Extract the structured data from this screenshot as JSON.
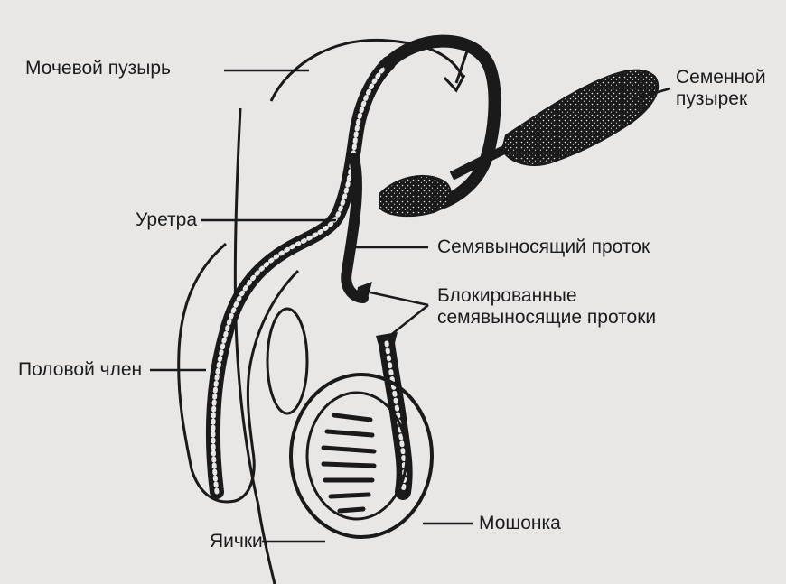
{
  "labels": {
    "bladder": "Мочевой пузырь",
    "seminal_vesicle": "Семенной\nпузырек",
    "urethra": "Уретра",
    "vas_deferens": "Семявыносящий проток",
    "blocked_ducts": "Блокированные\nсемявыносящие протоки",
    "penis": "Половой член",
    "testes": "Яички",
    "scrotum": "Мошонка"
  },
  "colors": {
    "background": "#e9e6e6",
    "ink": "#1a1a1a",
    "bleed_text": "#7d7a7a"
  }
}
